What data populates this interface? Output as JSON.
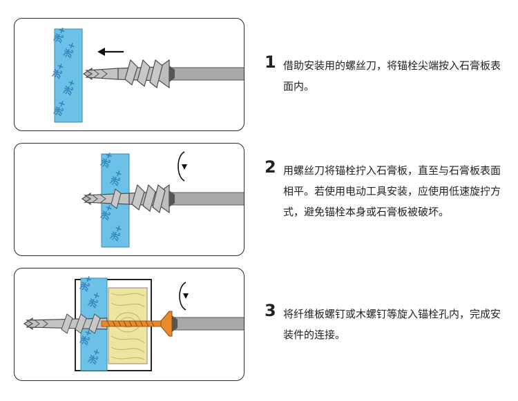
{
  "steps": [
    {
      "number": "1",
      "text": "借助安装用的螺丝刀，将锚栓尖端按入石膏板表面内。"
    },
    {
      "number": "2",
      "text": "用螺丝刀将锚栓拧入石膏板，直至与石膏板表面相平。若使用电动工具安装，应使用低速旋拧方式，避免锚栓本身或石膏板被破坏。"
    },
    {
      "number": "3",
      "text": "将纤维板螺钉或木螺钉等旋入锚栓孔内，完成安装件的连接。"
    }
  ],
  "board_mark": "洸+",
  "colors": {
    "board": "#6cc2e6",
    "board_edge": "#3a88b4",
    "anchor": "#b9b9b9",
    "anchor_edge": "#4a4a4a",
    "driver_shaft": "#a9a9a9",
    "wood": "#ede6a0",
    "screw": "#e88a2a"
  }
}
